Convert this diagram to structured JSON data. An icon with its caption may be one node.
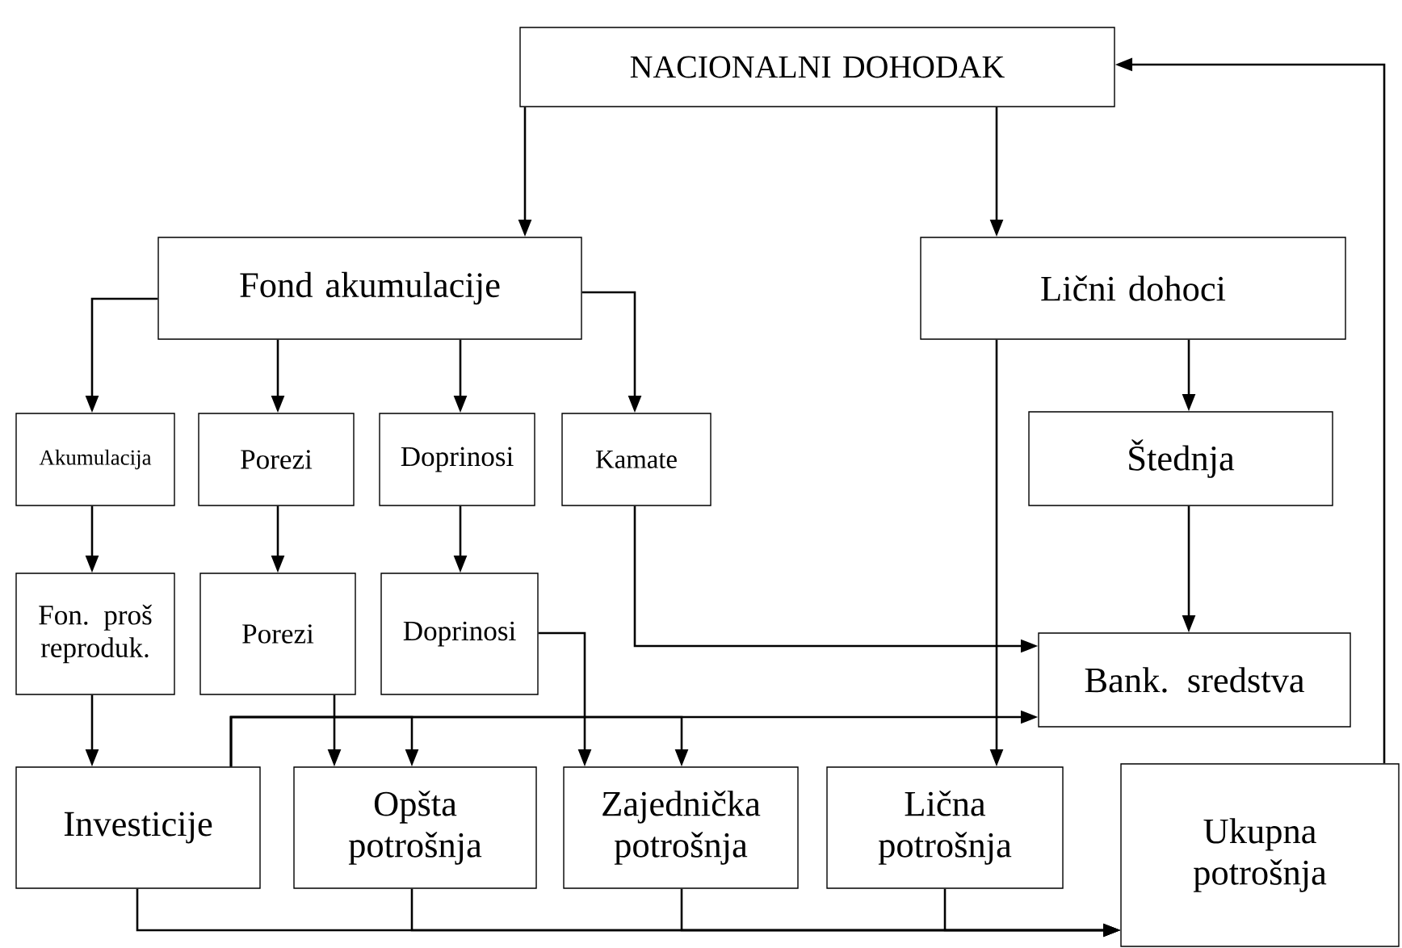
{
  "diagram": {
    "nodes": [
      {
        "text": [
          "NACIONALNI DOHODAK"
        ]
      },
      {
        "text": [
          "Fond akumulacije"
        ]
      },
      {
        "text": [
          "Lični dohoci"
        ]
      },
      {
        "text": [
          "Akumulacija"
        ]
      },
      {
        "text": [
          "Porezi"
        ]
      },
      {
        "text": [
          "Doprinosi"
        ]
      },
      {
        "text": [
          "Kamate"
        ]
      },
      {
        "text": [
          "Štednja"
        ]
      },
      {
        "text": [
          "Fon. proš reproduk."
        ]
      },
      {
        "text": [
          "Porezi"
        ]
      },
      {
        "text": [
          "Doprinosi"
        ]
      },
      {
        "text": [
          "Bank. sredstva"
        ]
      },
      {
        "text": [
          "Investicije"
        ]
      },
      {
        "text": [
          "Opšta potrošnja"
        ]
      },
      {
        "text": [
          "Zajednička potrošnja"
        ]
      },
      {
        "text": [
          "Lična potrošnja"
        ]
      },
      {
        "text": [
          "Ukupna potrošnja"
        ]
      }
    ],
    "edges": [
      {
        "from": 0,
        "to": 1,
        "arrow": "to"
      },
      {
        "from": 0,
        "to": 2,
        "arrow": "to"
      },
      {
        "from": 1,
        "to": 3,
        "arrow": "to"
      },
      {
        "from": 1,
        "to": 4,
        "arrow": "to"
      },
      {
        "from": 1,
        "to": 5,
        "arrow": "to"
      },
      {
        "from": 1,
        "to": 6,
        "arrow": "to"
      },
      {
        "from": 2,
        "to": 7,
        "arrow": "to"
      },
      {
        "from": 2,
        "to": 15,
        "arrow": "to"
      },
      {
        "from": 3,
        "to": 8,
        "arrow": "to"
      },
      {
        "from": 4,
        "to": 9,
        "arrow": "to"
      },
      {
        "from": 5,
        "to": 10,
        "arrow": "to"
      },
      {
        "from": 6,
        "to": 11,
        "arrow": "to"
      },
      {
        "from": 7,
        "to": 11,
        "arrow": "to"
      },
      {
        "from": 8,
        "to": 12,
        "arrow": "to"
      },
      {
        "from": 9,
        "to": 13,
        "arrow": "to"
      },
      {
        "from": 10,
        "to": 14,
        "arrow": "to"
      },
      {
        "from": 12,
        "to": 11,
        "arrow": "to"
      },
      {
        "from": 12,
        "to": 13,
        "arrow": "to"
      },
      {
        "from": 12,
        "to": 14,
        "arrow": "to"
      },
      {
        "from": 12,
        "to": 16,
        "arrow": "to"
      },
      {
        "from": 13,
        "to": 16,
        "arrow": "to"
      },
      {
        "from": 14,
        "to": 16,
        "arrow": "to"
      },
      {
        "from": 15,
        "to": 16,
        "arrow": "to"
      },
      {
        "from": 16,
        "to": 0,
        "arrow": "to"
      }
    ]
  }
}
